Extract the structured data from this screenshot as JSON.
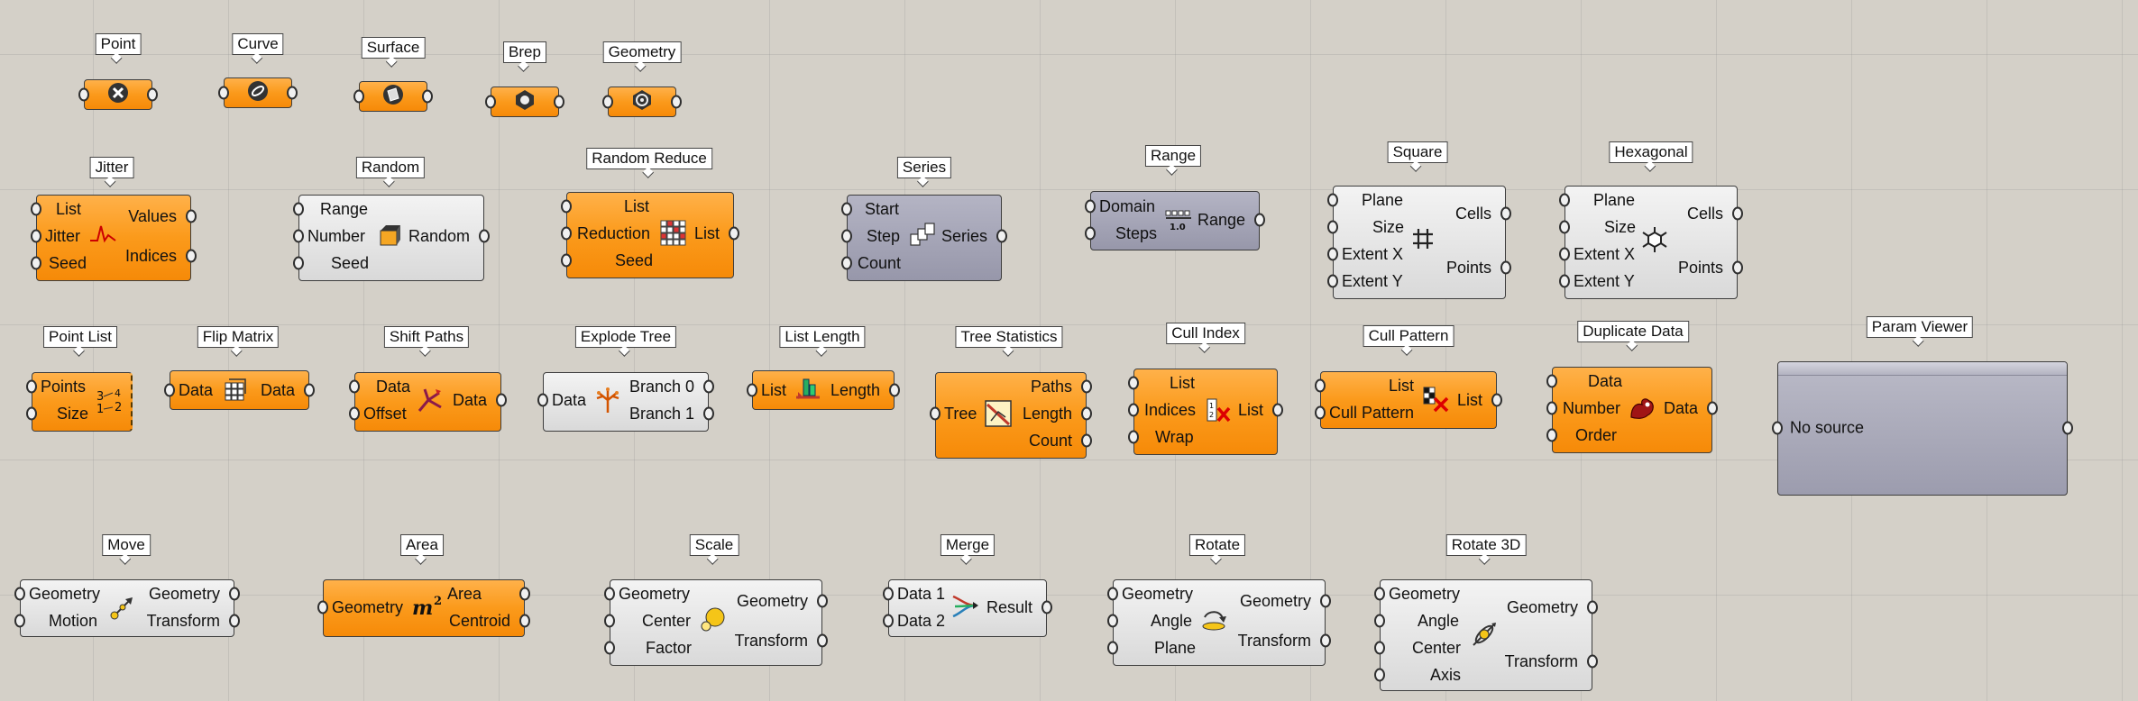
{
  "params": {
    "point": "Point",
    "curve": "Curve",
    "surface": "Surface",
    "brep": "Brep",
    "geometry": "Geometry"
  },
  "jitter": {
    "title": "Jitter",
    "in": [
      "List",
      "Jitter",
      "Seed"
    ],
    "out": [
      "Values",
      "Indices"
    ]
  },
  "random": {
    "title": "Random",
    "in": [
      "Range",
      "Number",
      "Seed"
    ],
    "out": [
      "Random"
    ]
  },
  "random_reduce": {
    "title": "Random Reduce",
    "in": [
      "List",
      "Reduction",
      "Seed"
    ],
    "out": [
      "List"
    ]
  },
  "series": {
    "title": "Series",
    "in": [
      "Start",
      "Step",
      "Count"
    ],
    "out": [
      "Series"
    ]
  },
  "range": {
    "title": "Range",
    "in": [
      "Domain",
      "Steps"
    ],
    "out": [
      "Range"
    ]
  },
  "square": {
    "title": "Square",
    "in": [
      "Plane",
      "Size",
      "Extent X",
      "Extent Y"
    ],
    "out": [
      "Cells",
      "Points"
    ]
  },
  "hexagonal": {
    "title": "Hexagonal",
    "in": [
      "Plane",
      "Size",
      "Extent X",
      "Extent Y"
    ],
    "out": [
      "Cells",
      "Points"
    ]
  },
  "point_list": {
    "title": "Point List",
    "in": [
      "Points",
      "Size"
    ]
  },
  "flip_matrix": {
    "title": "Flip Matrix",
    "in": [
      "Data"
    ],
    "out": [
      "Data"
    ]
  },
  "shift_paths": {
    "title": "Shift Paths",
    "in": [
      "Data",
      "Offset"
    ],
    "out": [
      "Data"
    ]
  },
  "explode_tree": {
    "title": "Explode Tree",
    "in": [
      "Data"
    ],
    "out": [
      "Branch 0",
      "Branch 1"
    ]
  },
  "list_length": {
    "title": "List Length",
    "in": [
      "List"
    ],
    "out": [
      "Length"
    ]
  },
  "tree_statistics": {
    "title": "Tree Statistics",
    "in": [
      "Tree"
    ],
    "out": [
      "Paths",
      "Length",
      "Count"
    ]
  },
  "cull_index": {
    "title": "Cull Index",
    "in": [
      "List",
      "Indices",
      "Wrap"
    ],
    "out": [
      "List"
    ]
  },
  "cull_pattern": {
    "title": "Cull Pattern",
    "in": [
      "List",
      "Cull Pattern"
    ],
    "out": [
      "List"
    ]
  },
  "duplicate_data": {
    "title": "Duplicate Data",
    "in": [
      "Data",
      "Number",
      "Order"
    ],
    "out": [
      "Data"
    ]
  },
  "param_viewer": {
    "title": "Param Viewer",
    "message": "No source"
  },
  "move": {
    "title": "Move",
    "in": [
      "Geometry",
      "Motion"
    ],
    "out": [
      "Geometry",
      "Transform"
    ]
  },
  "area": {
    "title": "Area",
    "in": [
      "Geometry"
    ],
    "out": [
      "Area",
      "Centroid"
    ]
  },
  "scale": {
    "title": "Scale",
    "in": [
      "Geometry",
      "Center",
      "Factor"
    ],
    "out": [
      "Geometry",
      "Transform"
    ]
  },
  "merge": {
    "title": "Merge",
    "in": [
      "Data 1",
      "Data 2"
    ],
    "out": [
      "Result"
    ]
  },
  "rotate": {
    "title": "Rotate",
    "in": [
      "Geometry",
      "Angle",
      "Plane"
    ],
    "out": [
      "Geometry",
      "Transform"
    ]
  },
  "rotate_3d": {
    "title": "Rotate 3D",
    "in": [
      "Geometry",
      "Angle",
      "Center",
      "Axis"
    ],
    "out": [
      "Geometry",
      "Transform"
    ]
  }
}
